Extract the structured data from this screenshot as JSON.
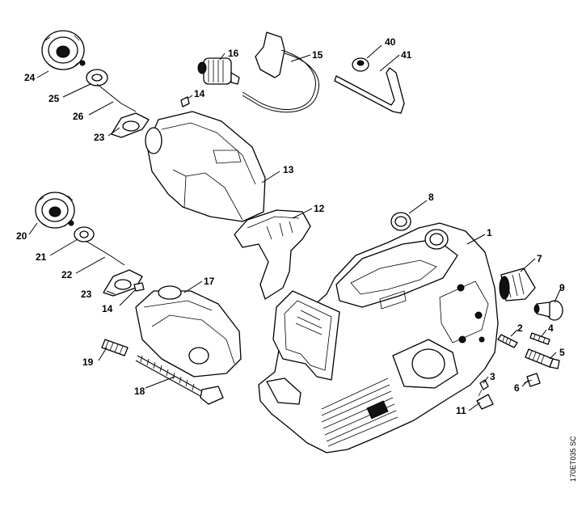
{
  "figure": {
    "code": "170ET035 SC"
  },
  "callouts": [
    {
      "num": "1"
    },
    {
      "num": "2"
    },
    {
      "num": "3"
    },
    {
      "num": "4"
    },
    {
      "num": "5"
    },
    {
      "num": "6"
    },
    {
      "num": "7"
    },
    {
      "num": "8"
    },
    {
      "num": "9"
    },
    {
      "num": "11"
    },
    {
      "num": "12"
    },
    {
      "num": "13"
    },
    {
      "num": "14"
    },
    {
      "num": "14"
    },
    {
      "num": "15"
    },
    {
      "num": "16"
    },
    {
      "num": "17"
    },
    {
      "num": "18"
    },
    {
      "num": "19"
    },
    {
      "num": "20"
    },
    {
      "num": "21"
    },
    {
      "num": "22"
    },
    {
      "num": "23"
    },
    {
      "num": "23"
    },
    {
      "num": "24"
    },
    {
      "num": "25"
    },
    {
      "num": "26"
    },
    {
      "num": "40"
    },
    {
      "num": "41"
    }
  ]
}
